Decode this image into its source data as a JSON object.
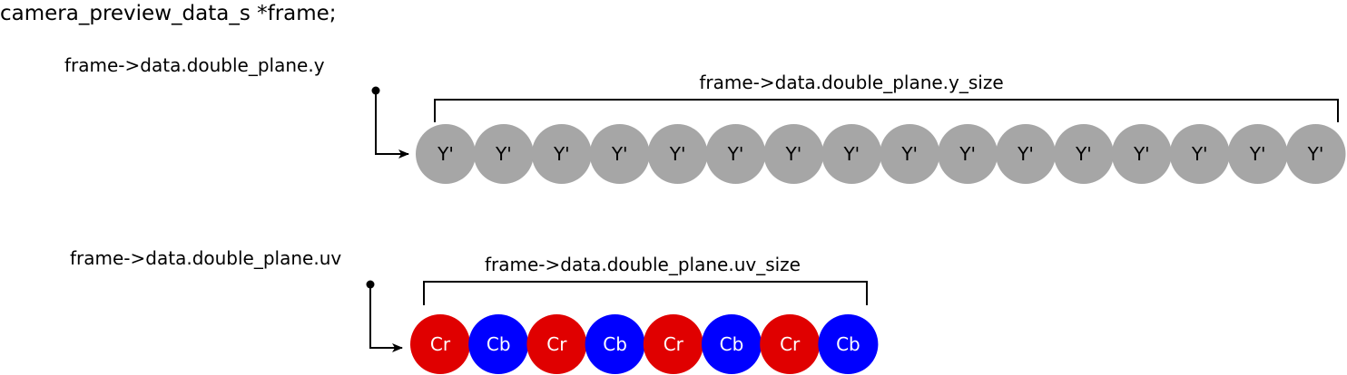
{
  "declaration": "camera_preview_data_s *frame;",
  "y_plane": {
    "pointer_label": "frame->data.double_plane.y",
    "size_label": "frame->data.double_plane.y_size",
    "elements": [
      "Y'",
      "Y'",
      "Y'",
      "Y'",
      "Y'",
      "Y'",
      "Y'",
      "Y'",
      "Y'",
      "Y'",
      "Y'",
      "Y'",
      "Y'",
      "Y'",
      "Y'",
      "Y'"
    ],
    "color": "#a6a6a6"
  },
  "uv_plane": {
    "pointer_label": "frame->data.double_plane.uv",
    "size_label": "frame->data.double_plane.uv_size",
    "elements": [
      "Cr",
      "Cb",
      "Cr",
      "Cb",
      "Cr",
      "Cb",
      "Cr",
      "Cb"
    ],
    "colors": {
      "Cr": "#e00000",
      "Cb": "#0000ff"
    }
  }
}
